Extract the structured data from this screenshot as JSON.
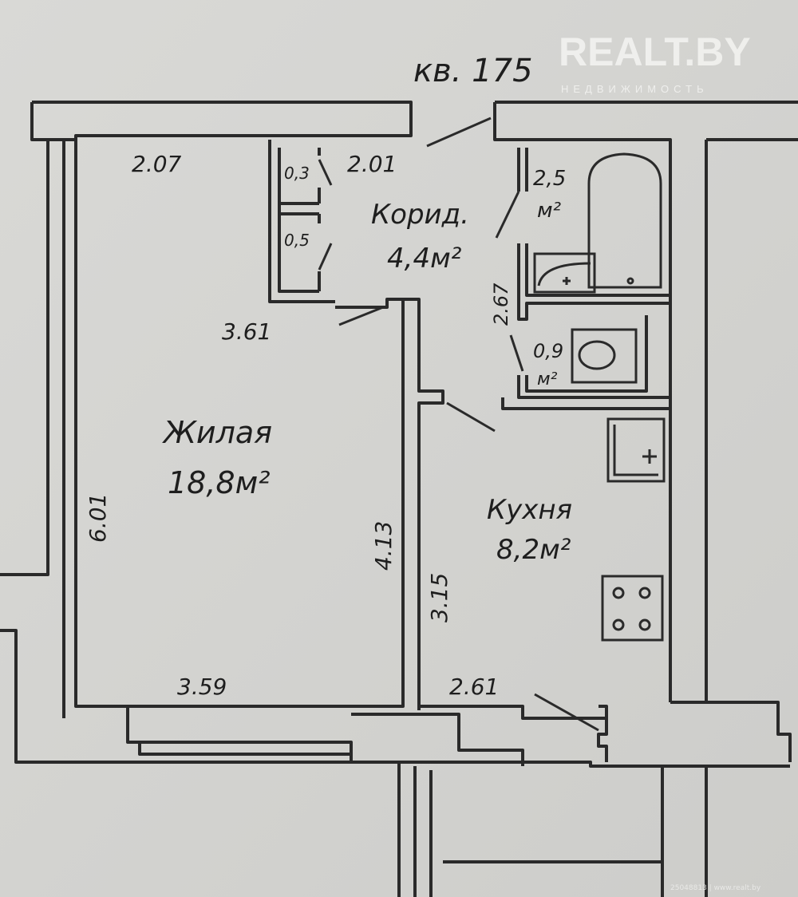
{
  "apartment_number": "кв. 175",
  "watermark": {
    "brand": "REALT.BY",
    "tagline": "НЕДВИЖИМОСТЬ"
  },
  "rooms": {
    "living": {
      "name": "Жилая",
      "area": "18,8м²"
    },
    "corridor": {
      "name": "Корид.",
      "area": "4,4м²"
    },
    "bathroom": {
      "area_value": "2,5",
      "area_unit": "м²"
    },
    "toilet": {
      "area_value": "0,9",
      "area_unit": "м²"
    },
    "kitchen": {
      "name": "Кухня",
      "area": "8,2м²"
    },
    "closet_upper": {
      "area": "0,3"
    },
    "closet_lower": {
      "area": "0,5"
    }
  },
  "dimensions": {
    "living_top": "2.07",
    "corridor_top": "2.01",
    "living_mid": "3.61",
    "living_left": "6.01",
    "living_right": "4.13",
    "living_bottom": "3.59",
    "kitchen_left": "3.15",
    "kitchen_bottom": "2.61",
    "corridor_right": "2.67"
  },
  "footer_code": "25048813 | www.realt.by"
}
